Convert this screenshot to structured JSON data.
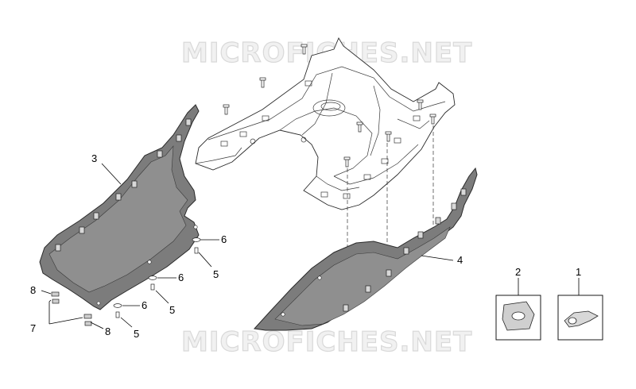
{
  "watermark": {
    "text": "MICROFICHES.NET"
  },
  "callouts": {
    "c1": "1",
    "c2": "2",
    "c3": "3",
    "c4": "4",
    "c5a": "5",
    "c5b": "5",
    "c5c": "5",
    "c6a": "6",
    "c6b": "6",
    "c6c": "6",
    "c7": "7",
    "c8a": "8",
    "c8b": "8"
  },
  "colors": {
    "panel": "#7c7c7c",
    "outline": "#2a2a2a",
    "watermark": "#f1f1f1"
  }
}
